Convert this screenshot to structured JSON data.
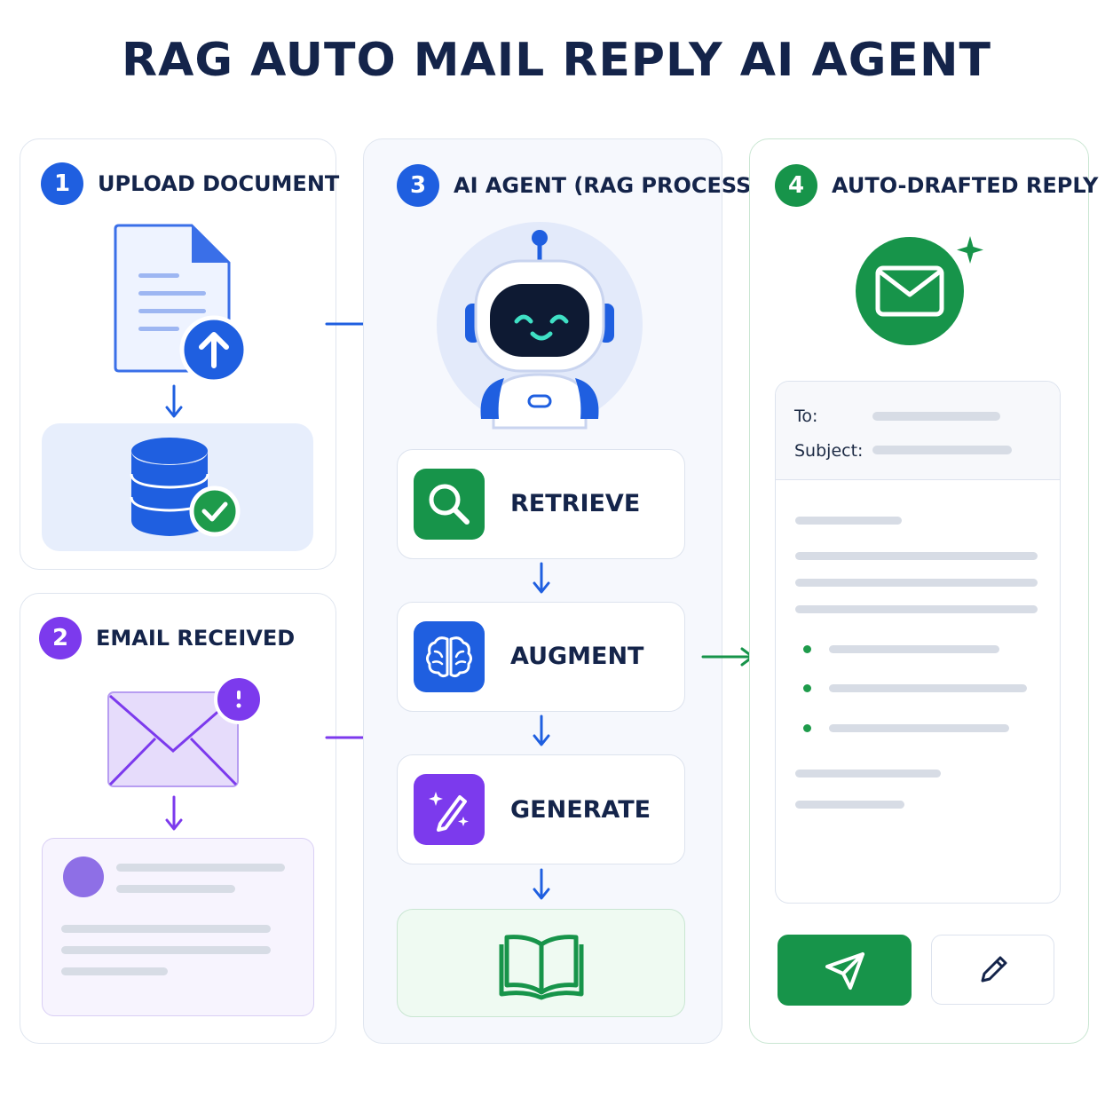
{
  "title": "RAG AUTO MAIL REPLY AI AGENT",
  "colors": {
    "blue": "#1f5fe0",
    "purple": "#7c3aed",
    "green": "#17944a",
    "navy": "#14244a"
  },
  "steps": [
    {
      "number": "1",
      "label": "UPLOAD DOCUMENT",
      "icons": [
        "document-upload-icon",
        "database-check-icon"
      ]
    },
    {
      "number": "2",
      "label": "EMAIL RECEIVED",
      "icons": [
        "envelope-notification-icon"
      ]
    },
    {
      "number": "3",
      "label": "AI AGENT (RAG PROCESS)",
      "icons": [
        "robot-icon"
      ]
    },
    {
      "number": "4",
      "label": "AUTO-DRAFTED REPLY",
      "icons": [
        "mail-sparkle-icon"
      ]
    }
  ],
  "rag_stages": [
    {
      "label": "RETRIEVE",
      "icon": "search-icon"
    },
    {
      "label": "AUGMENT",
      "icon": "brain-icon"
    },
    {
      "label": "GENERATE",
      "icon": "magic-pen-icon"
    }
  ],
  "knowledge_icon": "open-book-icon",
  "reply": {
    "to_label": "To:",
    "subject_label": "Subject:",
    "send_icon": "send-icon",
    "edit_icon": "pencil-icon"
  }
}
